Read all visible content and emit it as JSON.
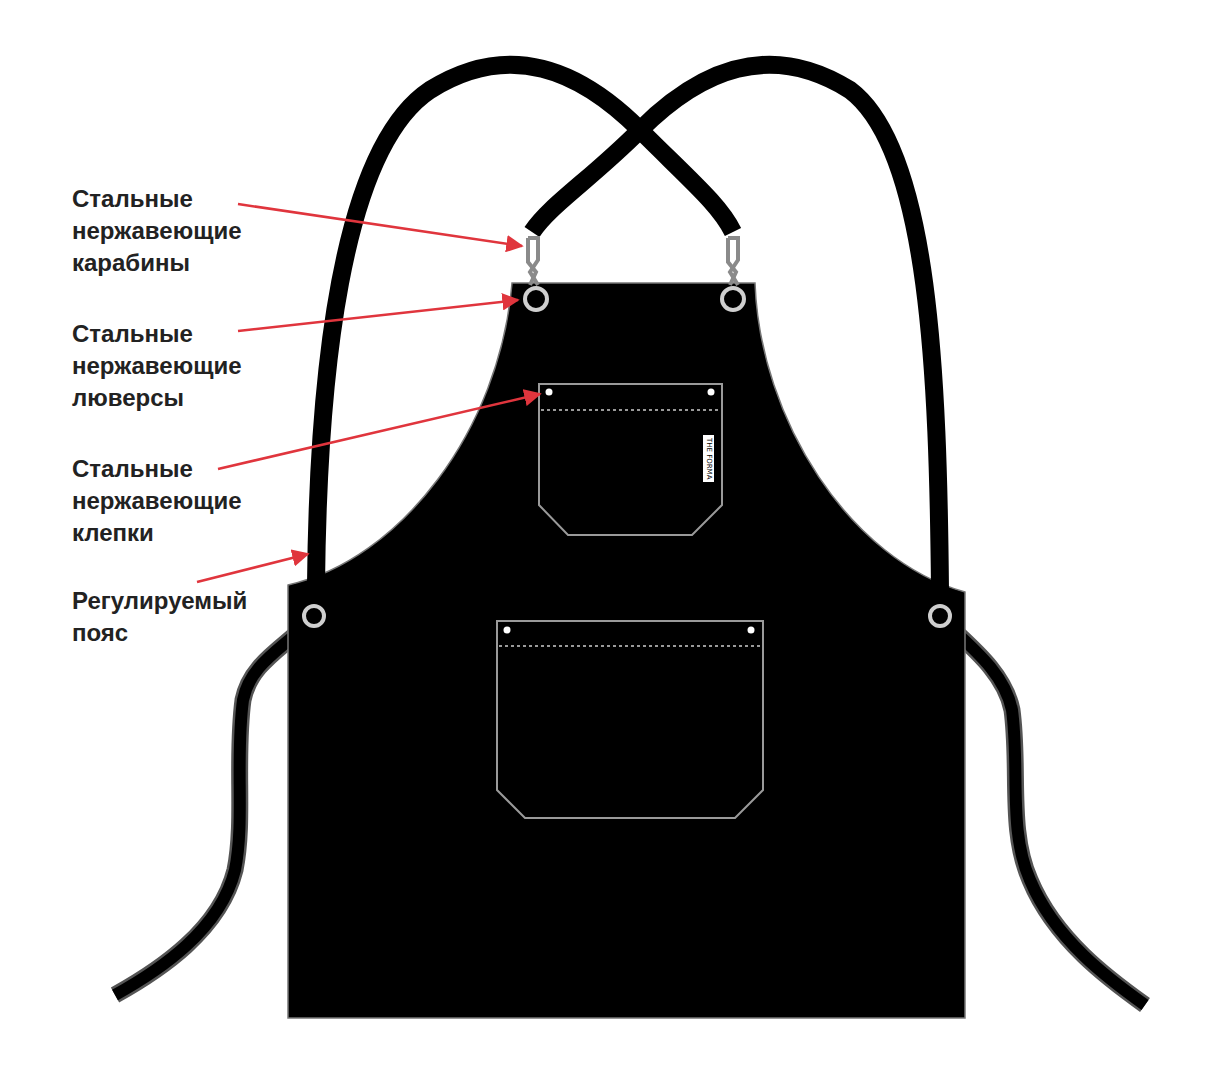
{
  "diagram": {
    "labels": [
      "Стальные нержавеющие карабины",
      "Стальные нержавеющие люверсы",
      "Стальные нержавеющие клепки",
      "Регулируемый пояс",
      "THE FORMA"
    ]
  }
}
